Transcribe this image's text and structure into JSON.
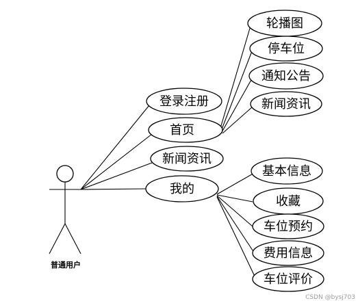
{
  "actor": {
    "label": "普通用户"
  },
  "use_cases": {
    "login": "登录注册",
    "home": "首页",
    "news_main": "新闻资讯",
    "mine": "我的",
    "carousel": "轮播图",
    "parking": "停车位",
    "notice": "通知公告",
    "news_home": "新闻资讯",
    "basic_info": "基本信息",
    "favorites": "收藏",
    "reservation": "车位预约",
    "fee_info": "费用信息",
    "review": "车位评价"
  },
  "watermark": "CSDN @bysj703"
}
